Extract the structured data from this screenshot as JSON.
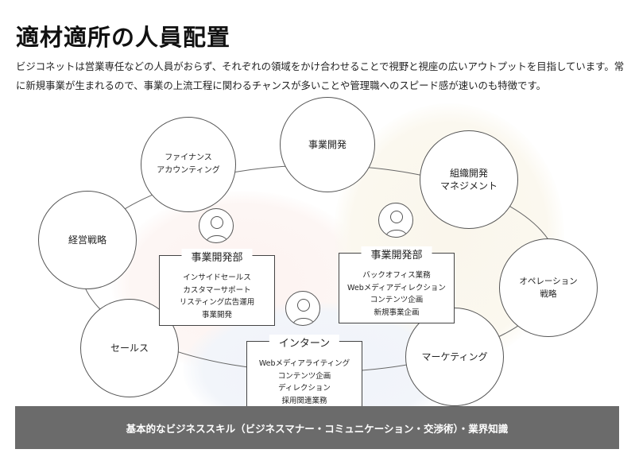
{
  "title": "適材適所の人員配置",
  "description": "ビジコネットは営業専任などの人員がおらず、それぞれの領域をかけ合わせることで視野と視座の広いアウトプットを目指しています。常に新規事業が生まれるので、事業の上流工程に関わるチャンスが多いことや管理職へのスピード感が速いのも特徴です。",
  "roles": [
    "事業開発",
    "ファイナンス\nアカウンティング",
    "組織開発\nマネジメント",
    "経営戦略",
    "オペレーション\n戦略",
    "セールス",
    "マーケティング"
  ],
  "departments": [
    {
      "title": "事業開発部",
      "items": [
        "インサイドセールス",
        "カスタマーサポート",
        "リスティング広告運用",
        "事業開発"
      ]
    },
    {
      "title": "事業開発部",
      "items": [
        "バックオフィス業務",
        "Webメディアディレクション",
        "コンテンツ企画",
        "新規事業企画"
      ]
    },
    {
      "title": "インターン",
      "items": [
        "Webメディアライティング",
        "コンテンツ企画",
        "ディレクション",
        "採用関連業務"
      ]
    }
  ],
  "footer": "基本的なビジネススキル（ビジネスマナー・コミュニケーション・交渉術）・業界知識",
  "colors": {
    "footer_bg": "#6b6b6b",
    "border": "#555555"
  }
}
